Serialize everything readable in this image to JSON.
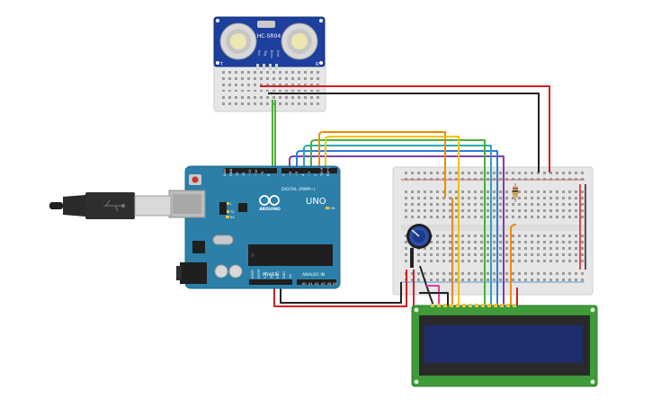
{
  "sensor": {
    "model": "HC-SR04",
    "pins": [
      "Vcc",
      "Trig",
      "Echo",
      "Gnd"
    ],
    "corner_left": "T",
    "corner_right": "R"
  },
  "arduino": {
    "brand": "ARDUINO",
    "model": "UNO",
    "digital_label": "DIGITAL (PWM~)",
    "power_label": "POWER",
    "analog_label": "ANALOG IN",
    "on_label": "ON",
    "tx_label": "TX",
    "rx_label": "RX",
    "l_label": "L",
    "header_left_labels": [
      "AREF",
      "GND",
      "13",
      "12",
      "~11",
      "~10",
      "~9",
      "8"
    ],
    "header_right_labels": [
      "7",
      "~6",
      "~5",
      "4",
      "~3",
      "2",
      "TX→1",
      "RX←0"
    ],
    "power_pins": [
      "IOREF",
      "RESET",
      "3.3V",
      "5V",
      "GND",
      "GND",
      "Vin"
    ],
    "analog_pins": [
      "A0",
      "A1",
      "A2",
      "A3",
      "A4",
      "A5"
    ]
  },
  "colors": {
    "board": "#2b7fa8",
    "breadboard": "#e6e6e6",
    "lcd_pcb": "#3f9a3a",
    "lcd_screen": "#1e2d6b",
    "wire_red": "#d41f1f",
    "wire_black": "#222222",
    "wire_green": "#4caf3c",
    "wire_orange": "#f08a00",
    "wire_blue": "#2f7ad8",
    "wire_purple": "#7b3fb0",
    "wire_yellow": "#f2c200",
    "wire_pink": "#e0409a",
    "wire_teal": "#29a8b0"
  },
  "icons": {
    "usb": "usb-plug-icon",
    "potentiometer": "potentiometer-icon",
    "resistor": "resistor-icon"
  }
}
